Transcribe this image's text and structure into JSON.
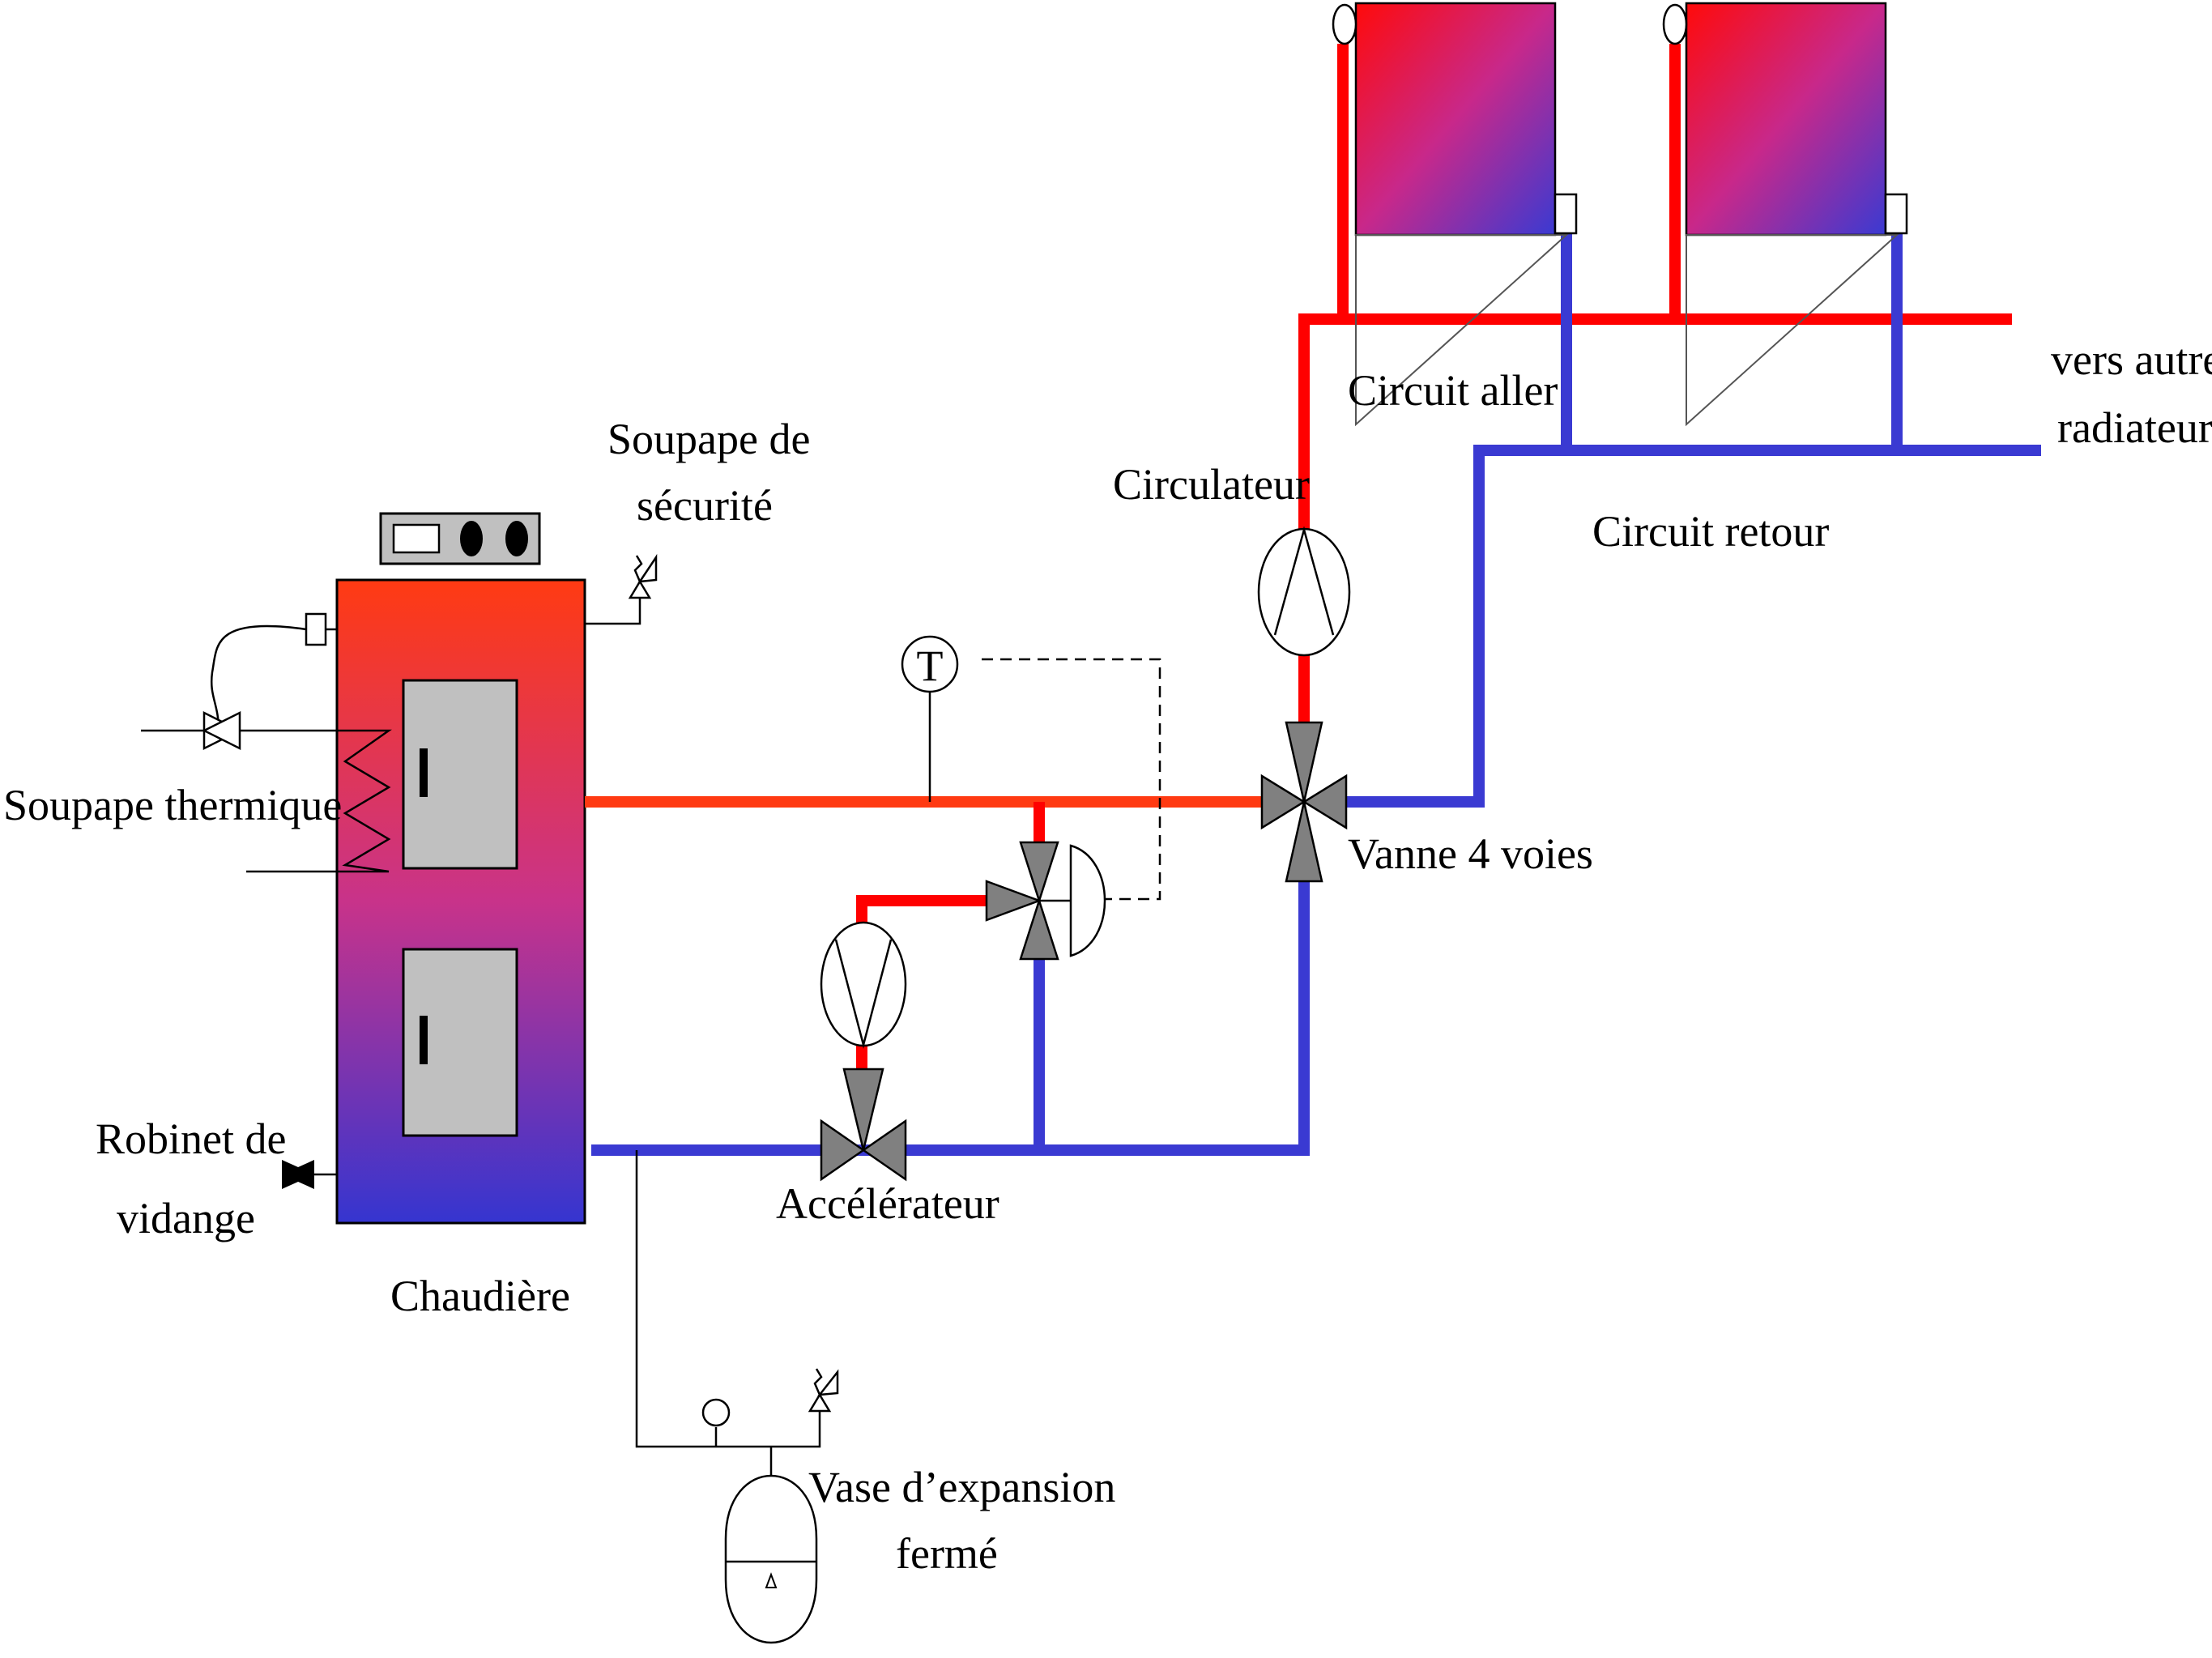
{
  "labels": {
    "soupape_securite_1": "Soupape de",
    "soupape_securite_2": "sécurité",
    "soupape_thermique": "Soupape thermique",
    "robinet_1": "Robinet de",
    "robinet_2": "vidange",
    "chaudiere": "Chaudière",
    "thermostat": "T",
    "circulateur": "Circulateur",
    "circuit_aller": "Circuit aller",
    "circuit_retour": "Circuit retour",
    "vers_autres_1": "vers autres",
    "vers_autres_2": "radiateurs",
    "vanne_4_voies": "Vanne 4 voies",
    "accelerateur": "Accélérateur",
    "vase_1": "Vase d’expansion",
    "vase_2": "fermé"
  },
  "colors": {
    "supply": "#ff0000",
    "return": "#3a3ad2",
    "boiler_top": "#ff3a12",
    "boiler_bottom": "#3535d0",
    "valve": "#808080",
    "door": "#c0c0c0"
  }
}
